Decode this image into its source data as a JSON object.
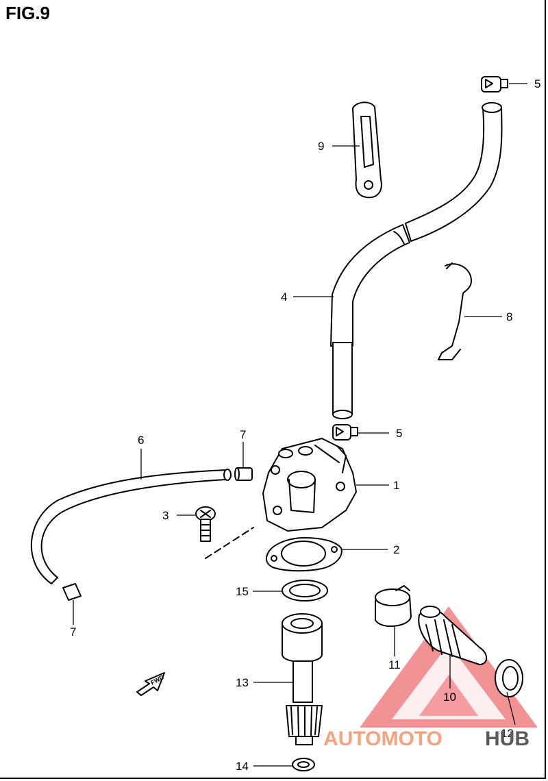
{
  "figure": {
    "title": "FIG.9"
  },
  "callouts": {
    "p1": "1",
    "p2": "2",
    "p3": "3",
    "p4": "4",
    "p5a": "5",
    "p5b": "5",
    "p6": "6",
    "p7a": "7",
    "p7b": "7",
    "p8": "8",
    "p9": "9",
    "p10": "10",
    "p11": "11",
    "p12": "12",
    "p13": "13",
    "p14": "14",
    "p15": "15"
  },
  "fwd_label": "FWD",
  "watermark": {
    "part1": "AUTOMOTO",
    "part2": "HUB",
    "color1": "#f5a37f",
    "color2": "#5a5a5a",
    "triangle_color": "#e8383d"
  }
}
